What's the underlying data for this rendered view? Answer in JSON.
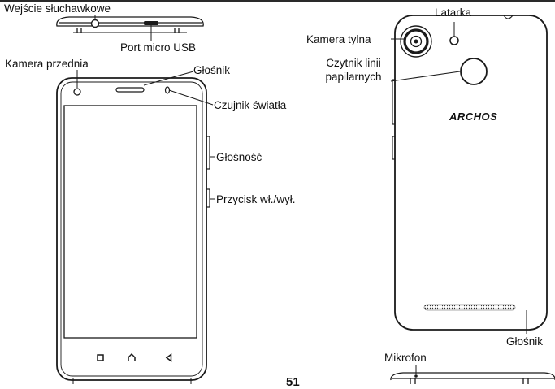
{
  "labels": {
    "headphone_jack": "Wejście słuchawkowe",
    "micro_usb": "Port micro USB",
    "front_camera": "Kamera przednia",
    "front_speaker": "Głośnik",
    "light_sensor": "Czujnik światła",
    "volume": "Głośność",
    "power_button": "Przycisk wł./wył.",
    "flashlight": "Latarka",
    "rear_camera": "Kamera tylna",
    "fingerprint_line1": "Czytnik linii",
    "fingerprint_line2": "papilarnych",
    "rear_speaker": "Głośnik",
    "microphone": "Mikrofon"
  },
  "brand": "ARCHOS",
  "page_number": "51",
  "colors": {
    "outline": "#1a1a1a",
    "background": "#ffffff"
  }
}
